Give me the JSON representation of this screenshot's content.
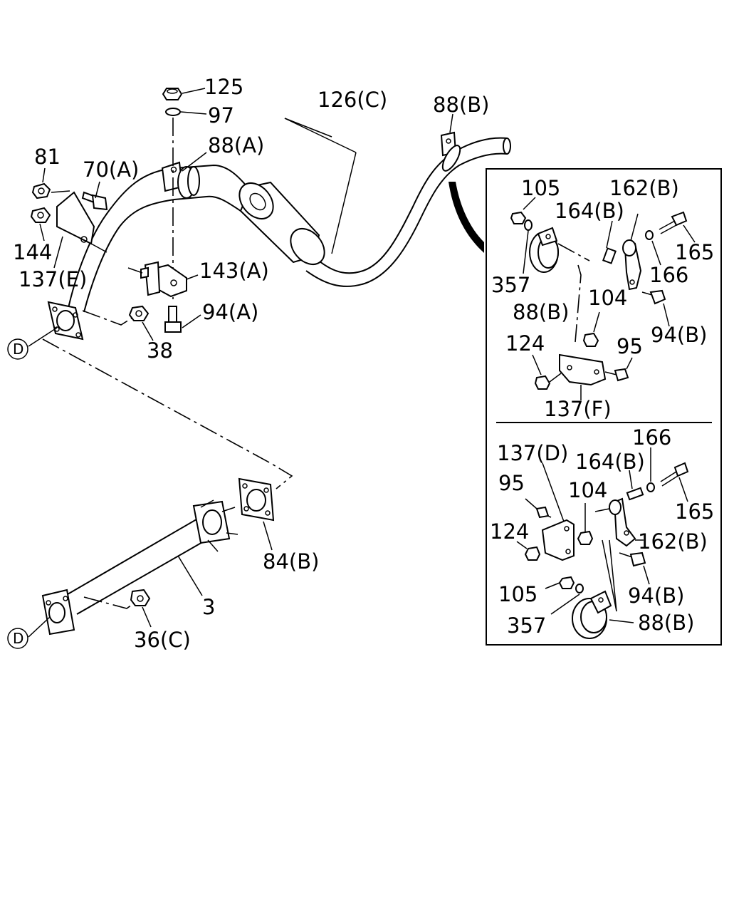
{
  "labels": {
    "l125": "125",
    "l97": "97",
    "l126c": "126(C)",
    "l88b_top": "88(B)",
    "l88a": "88(A)",
    "l81": "81",
    "l70a": "70(A)",
    "l144": "144",
    "l137e": "137(E)",
    "l143a": "143(A)",
    "l94a": "94(A)",
    "l38": "38",
    "lD1": "D",
    "l84b": "84(B)",
    "l3": "3",
    "l36c": "36(C)",
    "lD2": "D",
    "i1_105": "105",
    "i1_162b": "162(B)",
    "i1_164b": "164(B)",
    "i1_165": "165",
    "i1_357": "357",
    "i1_166": "166",
    "i1_88b": "88(B)",
    "i1_104": "104",
    "i1_94b": "94(B)",
    "i1_124": "124",
    "i1_95": "95",
    "i1_137f": "137(F)",
    "i2_166": "166",
    "i2_137d": "137(D)",
    "i2_164b": "164(B)",
    "i2_95": "95",
    "i2_104": "104",
    "i2_165": "165",
    "i2_124": "124",
    "i2_162b": "162(B)",
    "i2_105": "105",
    "i2_94b": "94(B)",
    "i2_357": "357",
    "i2_88b": "88(B)"
  }
}
